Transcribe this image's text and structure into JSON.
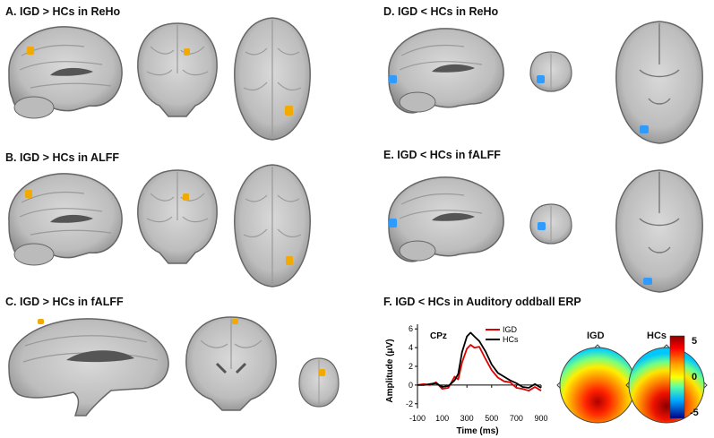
{
  "panels": {
    "a": "A. IGD > HCs in ReHo",
    "b": "B. IGD > HCs in ALFF",
    "c": "C. IGD > HCs in fALFF",
    "d": "D. IGD < HCs in ReHo",
    "e": "E. IGD < HCs in fALFF",
    "f": "F. IGD < HCs in Auditory oddball ERP"
  },
  "colors": {
    "increase": "#f2a900",
    "decrease": "#2f9bff",
    "igd_line": "#e00000",
    "hcs_line": "#000000"
  },
  "chart_data": {
    "type": "line",
    "annotation": "CPz",
    "xlabel": "Time (ms)",
    "ylabel": "Amplitude (μV)",
    "x_ticks": [
      "-100",
      "100",
      "300",
      "500",
      "700",
      "900"
    ],
    "y_ticks": [
      "6",
      "4",
      "2",
      "0",
      "-2"
    ],
    "xlim": [
      -100,
      900
    ],
    "ylim": [
      -2.5,
      6.5
    ],
    "series": [
      {
        "name": "IGD",
        "color": "#e00000",
        "x": [
          -100,
          -50,
          0,
          50,
          100,
          150,
          200,
          230,
          260,
          300,
          330,
          360,
          400,
          450,
          500,
          550,
          600,
          650,
          700,
          750,
          800,
          850,
          900
        ],
        "y": [
          0,
          0.1,
          0,
          0.3,
          -0.4,
          -0.3,
          0.9,
          0.6,
          2.4,
          3.9,
          4.3,
          4.0,
          4.1,
          2.8,
          1.6,
          0.8,
          0.4,
          0.3,
          -0.3,
          -0.4,
          -0.6,
          -0.2,
          -0.6
        ]
      },
      {
        "name": "HCs",
        "color": "#000000",
        "x": [
          -100,
          -50,
          0,
          50,
          100,
          150,
          200,
          230,
          260,
          300,
          330,
          360,
          400,
          450,
          500,
          550,
          600,
          650,
          700,
          750,
          800,
          850,
          900
        ],
        "y": [
          0,
          0,
          0.1,
          0.2,
          -0.2,
          -0.1,
          0.5,
          1.2,
          3.5,
          5.2,
          5.6,
          5.2,
          4.7,
          3.6,
          2.2,
          1.3,
          0.9,
          0.5,
          0.2,
          -0.2,
          -0.3,
          0.1,
          -0.3
        ]
      }
    ],
    "topomaps": [
      "IGD",
      "HCs"
    ],
    "colorbar_ticks": [
      "5",
      "0",
      "-5"
    ]
  }
}
